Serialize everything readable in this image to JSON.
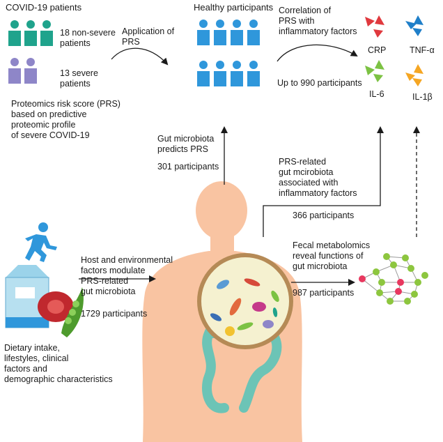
{
  "covid": {
    "title": "COVID-19 patients",
    "nonsevere_label": "18 non-severe\npatients",
    "severe_label": "13 severe\npatients",
    "prs_note": "Proteomics risk score (PRS)\nbased on predictive\nproteomic profile\nof severe COVID-19"
  },
  "application_label": "Application of\nPRS",
  "healthy": {
    "title": "Healthy participants"
  },
  "correlation": {
    "label": "Correlation of\nPRS with\ninflammatory factors",
    "count": "Up to 990 participants"
  },
  "factors": {
    "crp": "CRP",
    "tnf": "TNF-α",
    "il6": "IL-6",
    "il1b": "IL-1β"
  },
  "gut_prs": {
    "label": "Gut microbiota\npredicts PRS",
    "count": "301 participants"
  },
  "prs_gut": {
    "label": "PRS-related\ngut mcirobiota\nassociated with\ninflammatory factors",
    "count": "366 participants"
  },
  "host": {
    "label": "Host and environmental\nfactors modulate\nPRS-related\ngut microbiota",
    "count": "1729 participants"
  },
  "diet": {
    "label": "Dietary intake,\nlifestyles, clinical\nfactors and\ndemographic characteristics"
  },
  "fecal": {
    "label": "Fecal metabolomics\nreveal functions of\ngut microbiota",
    "count": "987 participants"
  },
  "colors": {
    "teal": "#1fa38c",
    "lavender": "#8e86c8",
    "blue": "#2f97db",
    "crp_red": "#e0393e",
    "tnf_blue": "#1f7fc9",
    "il6_green": "#7cc243",
    "il1b_orange": "#f5a623",
    "skin": "#f9c4a2",
    "gut": "#6cc4b6",
    "network_green": "#8dc63f",
    "network_pink": "#e8385f"
  },
  "icons": [
    "person-icon",
    "running-person-icon",
    "milk-carton-icon",
    "meat-icon",
    "pea-pod-icon",
    "gut-microbe-circle-icon",
    "cytokine-icon",
    "metabolite-network-icon"
  ]
}
